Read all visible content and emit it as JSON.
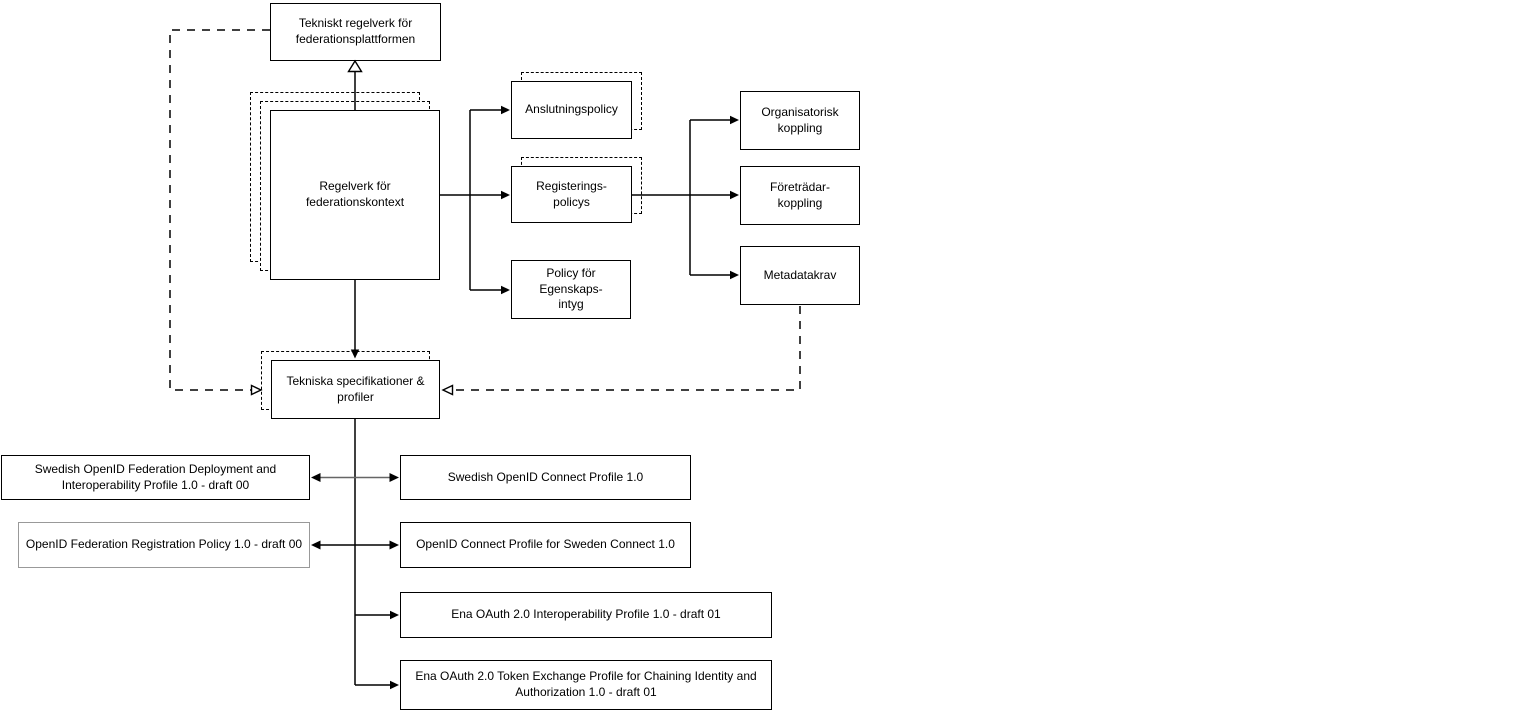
{
  "diagram": {
    "title": "Federation regulatory framework and technical specifications diagram",
    "colors": {
      "line": "#000000",
      "muted_line": "#666666",
      "muted_border": "#999999",
      "box_fill": "#ffffff",
      "background": "#ffffff"
    },
    "nodes": {
      "tekniskt_regelverk": {
        "label": "Tekniskt regelverk för\nfederationsplattformen"
      },
      "regelverk_kontext": {
        "label": "Regelverk för\nfederationskontext"
      },
      "anslutningspolicy": {
        "label": "Anslutningspolicy"
      },
      "registeringspolicys": {
        "label": "Registerings-\npolicys"
      },
      "policy_egenskapsintyg": {
        "label": "Policy för\nEgenskaps-\nintyg"
      },
      "organisatorisk_koppling": {
        "label": "Organisatorisk\nkoppling"
      },
      "foretradar_koppling": {
        "label": "Företrädar-\nkoppling"
      },
      "metadatakrav": {
        "label": "Metadatakrav"
      },
      "tekniska_specifikationer": {
        "label": "Tekniska specifikationer &\nprofiler"
      },
      "swedish_deployment_profile": {
        "label": "Swedish OpenID Federation Deployment and\nInteroperability Profile 1.0 - draft 00"
      },
      "swedish_connect_profile": {
        "label": "Swedish OpenID Connect Profile 1.0"
      },
      "openid_registration_policy": {
        "label": "OpenID Federation Registration Policy 1.0 - draft 00"
      },
      "oidc_profile_sweden_connect": {
        "label": "OpenID Connect Profile for Sweden Connect 1.0"
      },
      "ena_oauth_interop": {
        "label": "Ena OAuth 2.0 Interoperability Profile 1.0 - draft 01"
      },
      "ena_oauth_token_exchange": {
        "label": "Ena OAuth 2.0 Token Exchange Profile for Chaining Identity and\nAuthorization 1.0 - draft 01"
      }
    },
    "edges": [
      {
        "from": "regelverk_kontext",
        "to": "tekniskt_regelverk",
        "style": "solid-hollow-triangle"
      },
      {
        "from": "regelverk_kontext",
        "to": "anslutningspolicy",
        "style": "solid-arrow"
      },
      {
        "from": "regelverk_kontext",
        "to": "registeringspolicys",
        "style": "solid-arrow"
      },
      {
        "from": "regelverk_kontext",
        "to": "policy_egenskapsintyg",
        "style": "solid-arrow"
      },
      {
        "from": "registeringspolicys",
        "to": "organisatorisk_koppling",
        "style": "solid-arrow"
      },
      {
        "from": "registeringspolicys",
        "to": "foretradar_koppling",
        "style": "solid-arrow"
      },
      {
        "from": "registeringspolicys",
        "to": "metadatakrav",
        "style": "solid-arrow"
      },
      {
        "from": "regelverk_kontext",
        "to": "tekniska_specifikationer",
        "style": "solid-arrow"
      },
      {
        "from": "tekniskt_regelverk",
        "to": "tekniska_specifikationer",
        "style": "dashed-open-arrow"
      },
      {
        "from": "metadatakrav",
        "to": "tekniska_specifikationer",
        "style": "dashed-open-arrow"
      },
      {
        "from": "swedish_deployment_profile",
        "to": "swedish_connect_profile",
        "style": "double-arrow-gray"
      },
      {
        "from": "openid_registration_policy",
        "to": "oidc_profile_sweden_connect",
        "style": "double-arrow"
      },
      {
        "from": "tekniska_specifikationer",
        "to": "ena_oauth_interop",
        "style": "solid-arrow"
      },
      {
        "from": "tekniska_specifikationer",
        "to": "ena_oauth_token_exchange",
        "style": "solid-arrow"
      }
    ]
  }
}
